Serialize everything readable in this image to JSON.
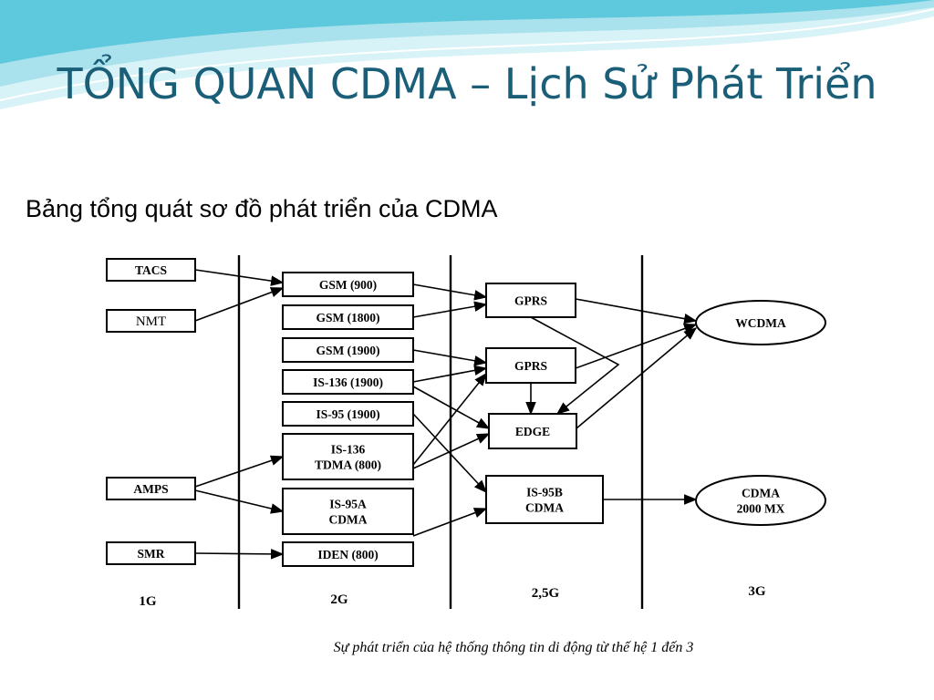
{
  "slide": {
    "title": "TỔNG QUAN CDMA – Lịch Sử Phát Triển",
    "subtitle": "Bảng tổng quát sơ đồ phát triển của CDMA"
  },
  "theme": {
    "title_color": "#1a5e78",
    "swoosh_colors": [
      "#5ec8dc",
      "#a9e2ec",
      "#d8f3f7"
    ],
    "diagram_stroke": "#000000"
  },
  "diagram": {
    "generations": {
      "g1": "1G",
      "g2": "2G",
      "g25": "2,5G",
      "g3": "3G"
    },
    "nodes": {
      "tacs": [
        "TACS"
      ],
      "nmt": [
        "NMT"
      ],
      "amps": [
        "AMPS"
      ],
      "smr": [
        "SMR"
      ],
      "gsm900": [
        "GSM (900)"
      ],
      "gsm1800": [
        "GSM (1800)"
      ],
      "gsm1900": [
        "GSM (1900)"
      ],
      "is136_1900": [
        "IS-136 (1900)"
      ],
      "is95_1900": [
        "IS-95 (1900)"
      ],
      "is136_tdma": [
        "IS-136",
        "TDMA (800)"
      ],
      "is95a": [
        "IS-95A",
        "CDMA"
      ],
      "iden": [
        "IDEN (800)"
      ],
      "gprs1": [
        "GPRS"
      ],
      "gprs2": [
        "GPRS"
      ],
      "edge": [
        "EDGE"
      ],
      "is95b": [
        "IS-95B",
        "CDMA"
      ],
      "wcdma": [
        "WCDMA"
      ],
      "cdma2000": [
        "CDMA",
        "2000 MX"
      ]
    },
    "connections": [
      [
        "tacs",
        "gsm900"
      ],
      [
        "nmt",
        "gsm900"
      ],
      [
        "gsm900",
        "gprs1"
      ],
      [
        "gsm1800",
        "gprs1"
      ],
      [
        "gsm1900",
        "gprs2"
      ],
      [
        "is136_1900",
        "gprs2"
      ],
      [
        "is95_1900",
        "is95b"
      ],
      [
        "is136_1900",
        "edge"
      ],
      [
        "is136_tdma",
        "gprs2"
      ],
      [
        "is136_tdma",
        "edge"
      ],
      [
        "amps",
        "is136_tdma"
      ],
      [
        "amps",
        "is95a"
      ],
      [
        "is95a",
        "is95b"
      ],
      [
        "smr",
        "iden"
      ],
      [
        "gprs1",
        "wcdma"
      ],
      [
        "gprs1",
        "edge"
      ],
      [
        "gprs2",
        "edge"
      ],
      [
        "gprs2",
        "wcdma"
      ],
      [
        "edge",
        "wcdma"
      ],
      [
        "is95b",
        "cdma2000"
      ]
    ],
    "caption": "Sự phát triển của hệ thống thông tin di động từ thế hệ 1 đến 3"
  }
}
